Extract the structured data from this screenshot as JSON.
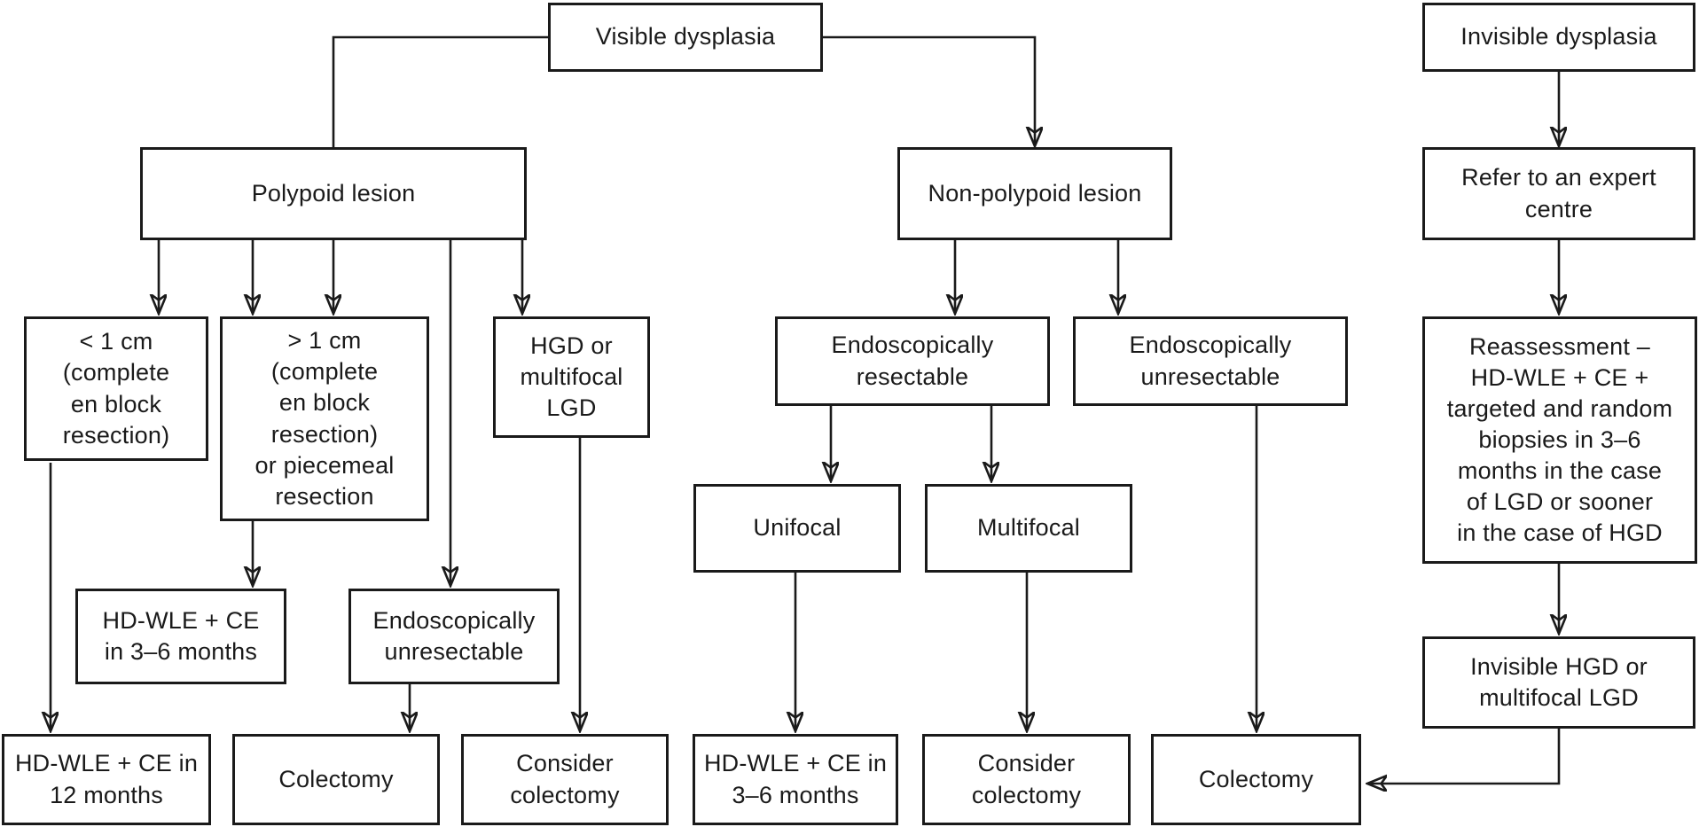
{
  "colors": {
    "background": "#ffffff",
    "stroke": "#1a1a1a",
    "text": "#1a1a1a"
  },
  "nodes": {
    "visible_dysplasia": {
      "label": "Visible dysplasia"
    },
    "invisible_dysplasia": {
      "label": "Invisible dysplasia"
    },
    "polypoid": {
      "label": "Polypoid lesion"
    },
    "non_polypoid": {
      "label": "Non-polypoid lesion"
    },
    "refer_expert": {
      "label": "Refer to an expert\ncentre"
    },
    "lt_1cm": {
      "label": "< 1 cm\n(complete\nen block\nresection)"
    },
    "gt_1cm": {
      "label": "> 1 cm\n(complete\nen block\nresection)\nor piecemeal\nresection"
    },
    "hgd_or_multifocal_lgd": {
      "label": "HGD or\nmultifocal\nLGD"
    },
    "endo_resectable": {
      "label": "Endoscopically\nresectable"
    },
    "endo_unresectable_right": {
      "label": "Endoscopically\nunresectable"
    },
    "reassessment": {
      "label": "Reassessment –\nHD-WLE + CE +\ntargeted and random\nbiopsies in 3–6\nmonths in the case\nof LGD or sooner\nin the case of HGD"
    },
    "unifocal": {
      "label": "Unifocal"
    },
    "multifocal": {
      "label": "Multifocal"
    },
    "hd_wle_ce_3_6_mid": {
      "label": "HD-WLE + CE\nin 3–6 months"
    },
    "endo_unresectable_left": {
      "label": "Endoscopically\nunresectable"
    },
    "invisible_hgd": {
      "label": "Invisible HGD or\nmultifocal LGD"
    },
    "hd_wle_ce_12": {
      "label": "HD-WLE + CE in\n12 months"
    },
    "colectomy_left": {
      "label": "Colectomy"
    },
    "consider_colectomy_left": {
      "label": "Consider\ncolectomy"
    },
    "hd_wle_ce_3_6_bottom": {
      "label": "HD-WLE + CE in\n3–6 months"
    },
    "consider_colectomy_right": {
      "label": "Consider\ncolectomy"
    },
    "colectomy_right": {
      "label": "Colectomy"
    }
  },
  "edges": [
    {
      "from": "visible_dysplasia",
      "to": "polypoid"
    },
    {
      "from": "visible_dysplasia",
      "to": "non_polypoid"
    },
    {
      "from": "invisible_dysplasia",
      "to": "refer_expert"
    },
    {
      "from": "refer_expert",
      "to": "reassessment"
    },
    {
      "from": "reassessment",
      "to": "invisible_hgd"
    },
    {
      "from": "invisible_hgd",
      "to": "colectomy_right"
    },
    {
      "from": "polypoid",
      "to": "lt_1cm"
    },
    {
      "from": "polypoid",
      "to": "gt_1cm"
    },
    {
      "from": "polypoid",
      "to": "endo_unresectable_left"
    },
    {
      "from": "polypoid",
      "to": "hgd_or_multifocal_lgd"
    },
    {
      "from": "lt_1cm",
      "to": "hd_wle_ce_12"
    },
    {
      "from": "gt_1cm",
      "to": "hd_wle_ce_3_6_mid"
    },
    {
      "from": "endo_unresectable_left",
      "to": "colectomy_left"
    },
    {
      "from": "hgd_or_multifocal_lgd",
      "to": "consider_colectomy_left"
    },
    {
      "from": "non_polypoid",
      "to": "endo_resectable"
    },
    {
      "from": "non_polypoid",
      "to": "endo_unresectable_right"
    },
    {
      "from": "endo_resectable",
      "to": "unifocal"
    },
    {
      "from": "endo_resectable",
      "to": "multifocal"
    },
    {
      "from": "unifocal",
      "to": "hd_wle_ce_3_6_bottom"
    },
    {
      "from": "multifocal",
      "to": "consider_colectomy_right"
    },
    {
      "from": "endo_unresectable_right",
      "to": "colectomy_right"
    }
  ]
}
